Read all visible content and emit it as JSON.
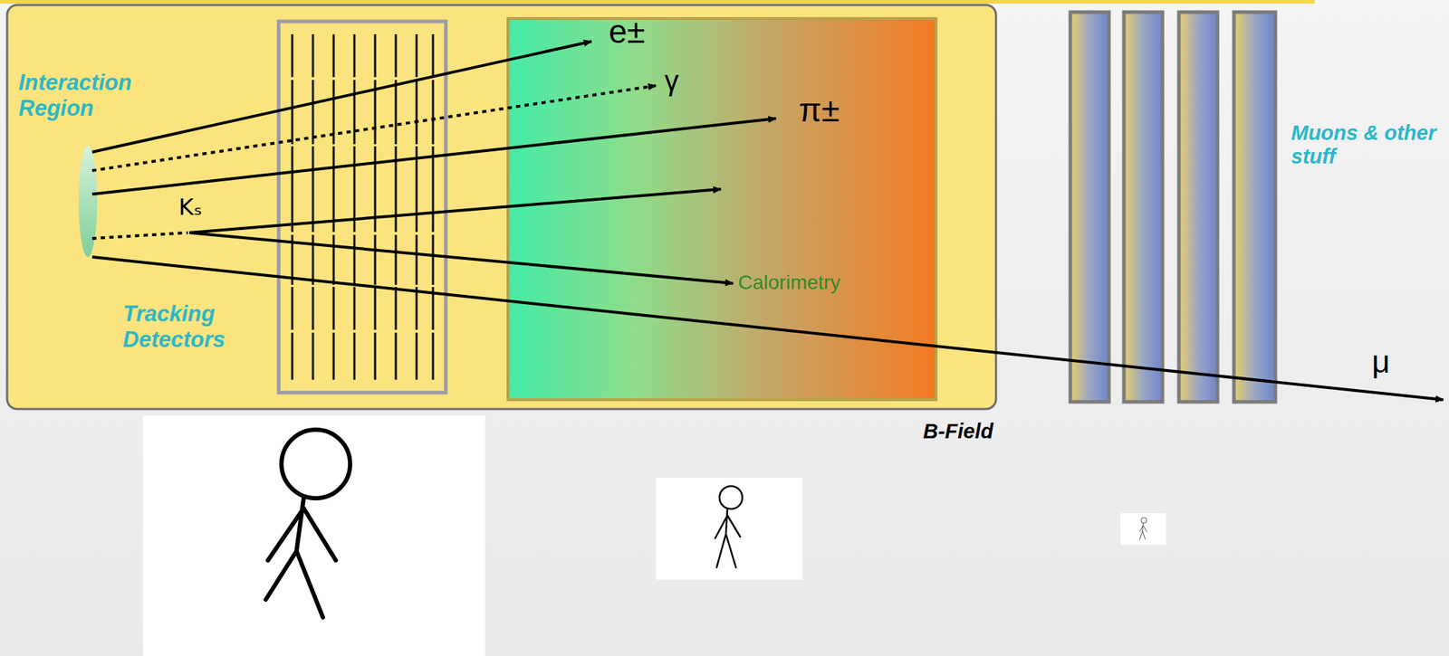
{
  "diagram": {
    "nodes": [
      {
        "text": [
          "Calorimetry"
        ]
      }
    ],
    "labels": [
      "Interaction Region",
      "Tracking Detectors",
      "e±",
      "γ",
      "π±",
      "Kₛ",
      "μ",
      "Muons & other stuff",
      "B-Field"
    ]
  }
}
